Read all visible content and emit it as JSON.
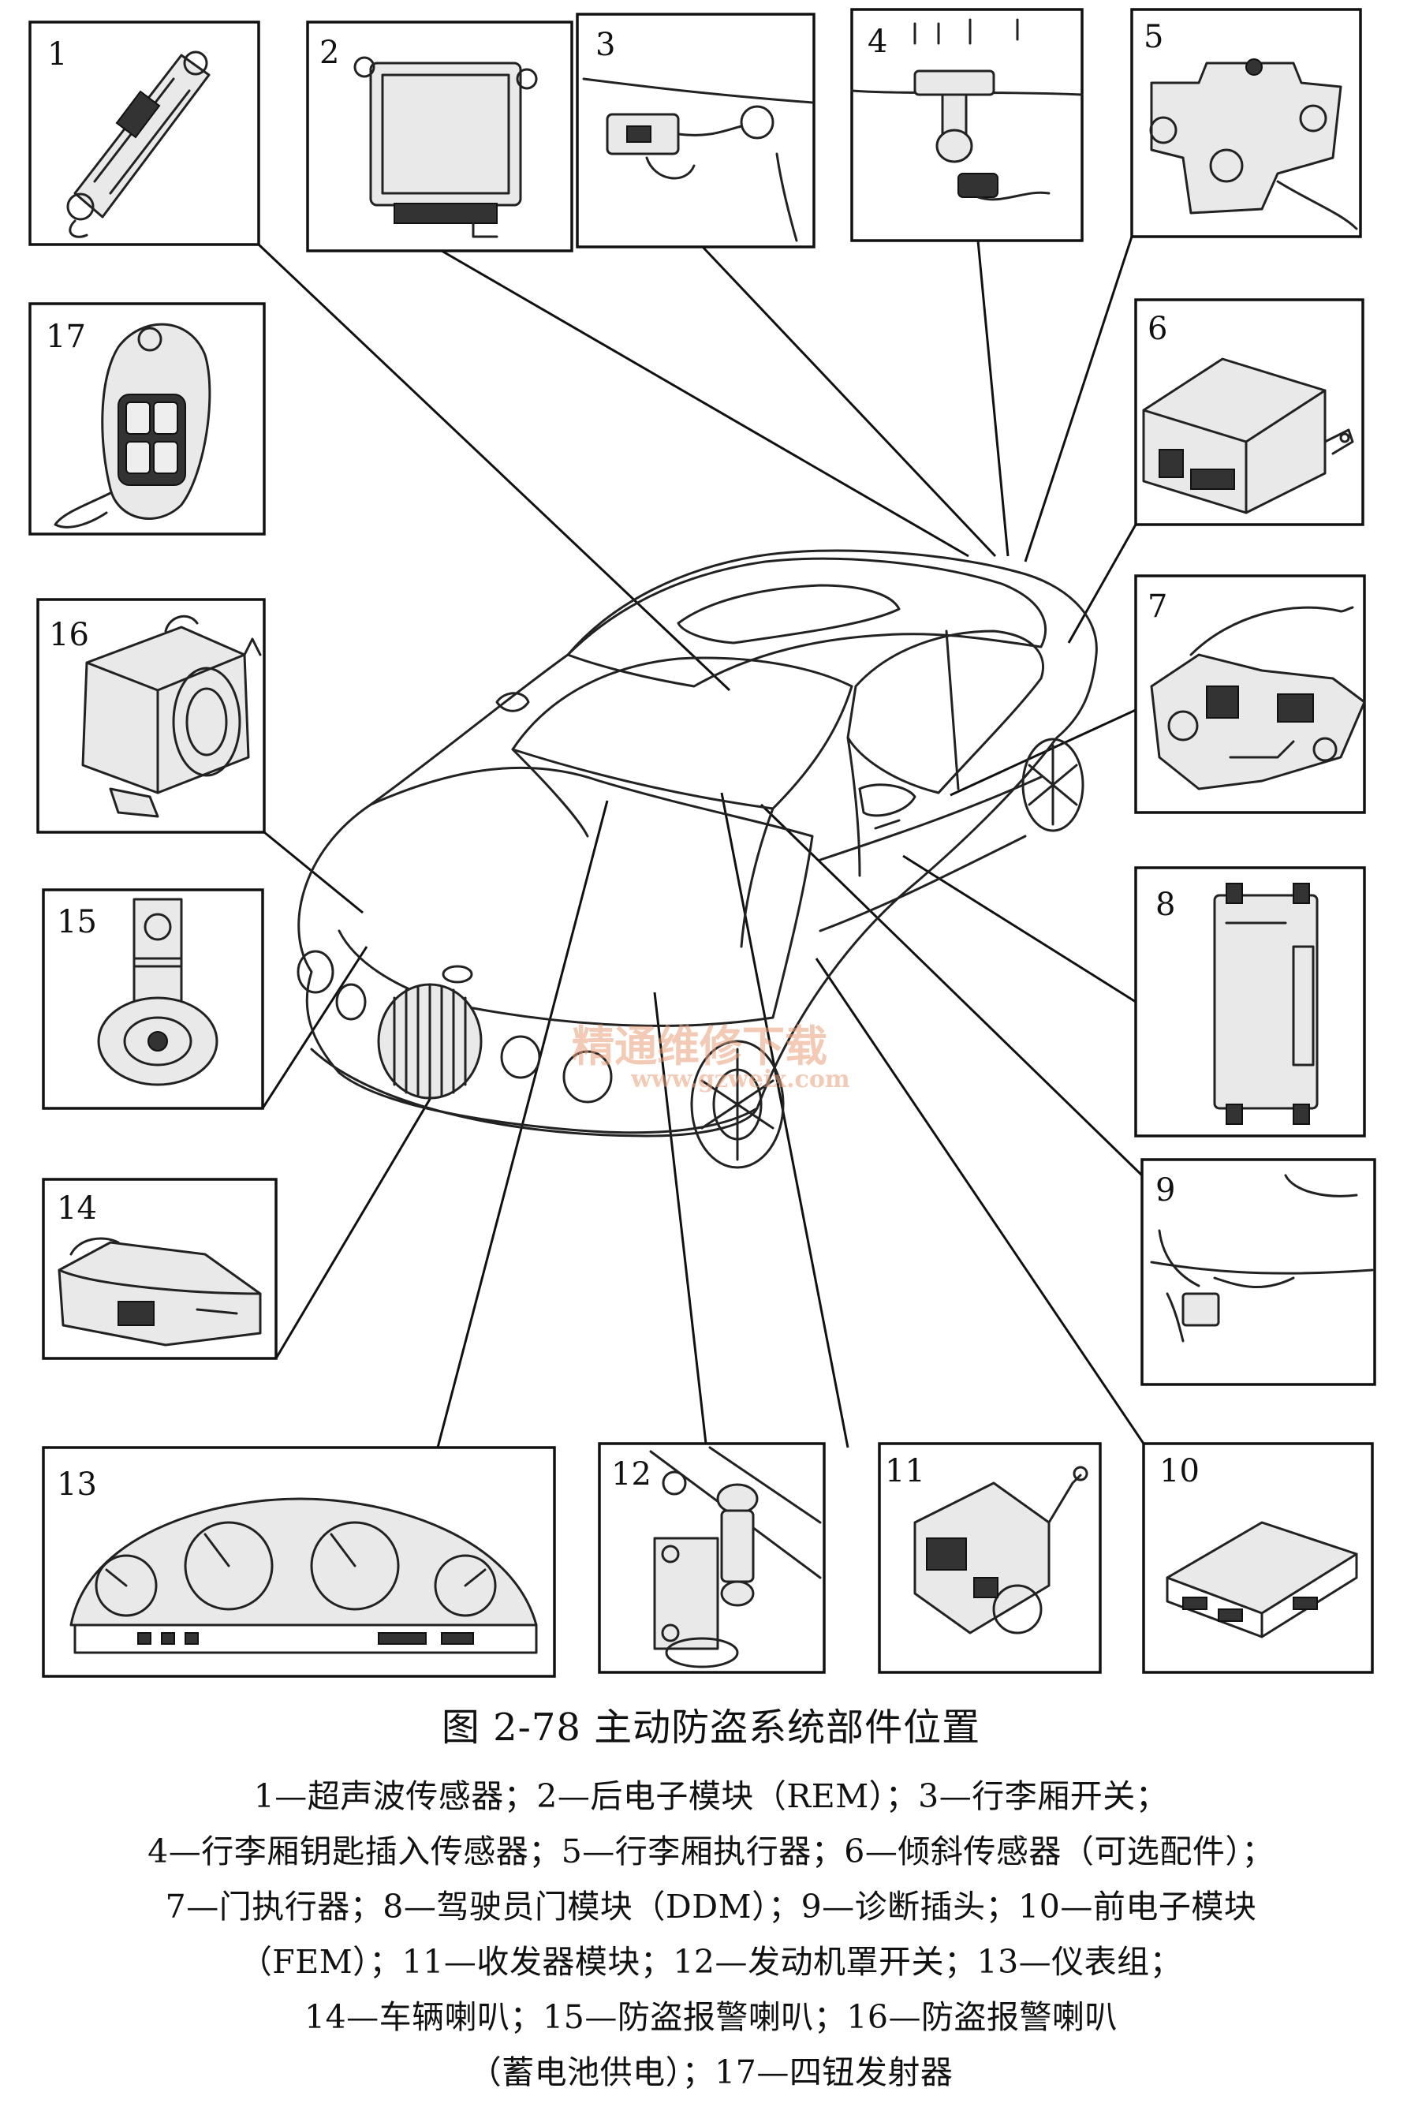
{
  "figure": {
    "title": "图 2-78    主动防盗系统部件位置",
    "watermark": "精通维修下载",
    "watermark_url": "www.gzweix.com"
  },
  "callouts": [
    {
      "num": "1",
      "label": "超声波传感器"
    },
    {
      "num": "2",
      "label": "后电子模块（REM）"
    },
    {
      "num": "3",
      "label": "行李厢开关"
    },
    {
      "num": "4",
      "label": "行李厢钥匙插入传感器"
    },
    {
      "num": "5",
      "label": "行李厢执行器"
    },
    {
      "num": "6",
      "label": "倾斜传感器（可选配件）"
    },
    {
      "num": "7",
      "label": "门执行器"
    },
    {
      "num": "8",
      "label": "驾驶员门模块（DDM）"
    },
    {
      "num": "9",
      "label": "诊断插头"
    },
    {
      "num": "10",
      "label": "前电子模块（FEM）"
    },
    {
      "num": "11",
      "label": "收发器模块"
    },
    {
      "num": "12",
      "label": "发动机罩开关"
    },
    {
      "num": "13",
      "label": "仪表组"
    },
    {
      "num": "14",
      "label": "车辆喇叭"
    },
    {
      "num": "15",
      "label": "防盗报警喇叭"
    },
    {
      "num": "16",
      "label": "防盗报警喇叭（蓄电池供电）"
    },
    {
      "num": "17",
      "label": "四钮发射器"
    }
  ],
  "caption_lines": [
    "1—超声波传感器；2—后电子模块（REM）；3—行李厢开关；",
    "4—行李厢钥匙插入传感器；5—行李厢执行器；6—倾斜传感器（可选配件）；",
    "7—门执行器；8—驾驶员门模块（DDM）；9—诊断插头；10—前电子模块",
    "（FEM）；11—收发器模块；12—发动机罩开关；13—仪表组；",
    "14—车辆喇叭；15—防盗报警喇叭；16—防盗报警喇叭",
    "（蓄电池供电）；17—四钮发射器"
  ]
}
